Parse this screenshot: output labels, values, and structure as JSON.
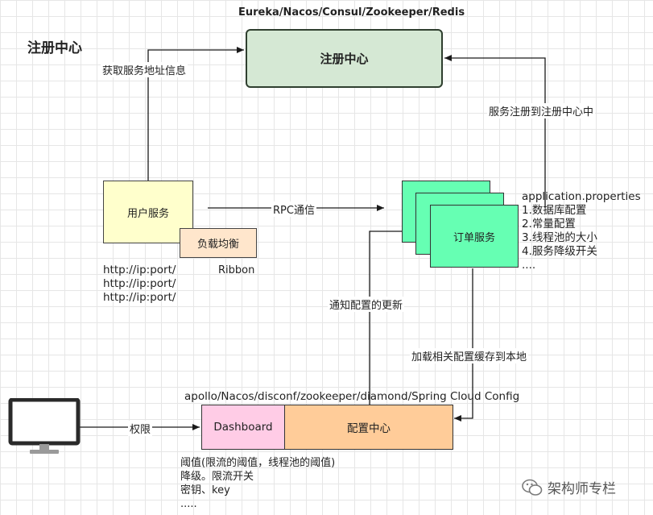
{
  "registry": {
    "tech_title": "Eureka/Nacos/Consul/Zookeeper/Redis",
    "side_heading": "注册中心",
    "box_label": "注册中心"
  },
  "user_service": {
    "box_label": "用户服务",
    "lb_label": "负载均衡",
    "lb_lib": "Ribbon",
    "addresses": [
      "http://ip:port/",
      "http://ip:port/",
      "http://ip:port/"
    ]
  },
  "order_service": {
    "box_label": "订单服务",
    "config_notes": [
      "application.properties",
      "1.数据库配置",
      "2.常量配置",
      "3.线程池的大小",
      "4.服务降级开关",
      "...."
    ]
  },
  "config_center": {
    "tech_title": "apollo/Nacos/disconf/zookeeper/diamond/Spring Cloud Config",
    "dashboard_label": "Dashboard",
    "box_label": "配置中心",
    "notes": [
      "阈值(限流的阈值，线程池的阈值)",
      "降级。限流开关",
      "密钥、key",
      "....."
    ]
  },
  "edges": {
    "get_address": "获取服务地址信息",
    "register": "服务注册到注册中心中",
    "rpc": "RPC通信",
    "notify": "通知配置的更新",
    "load_cache": "加载相关配置缓存到本地",
    "permission": "权限"
  },
  "watermark": "架构师专栏",
  "colors": {
    "registry_fill": "#d5e8d4",
    "order_fill": "#66ffb3",
    "user_fill": "#ffffcc",
    "lb_fill": "#ffe6cc",
    "dashboard_fill": "#ffcce6",
    "config_fill": "#ffcc99"
  }
}
